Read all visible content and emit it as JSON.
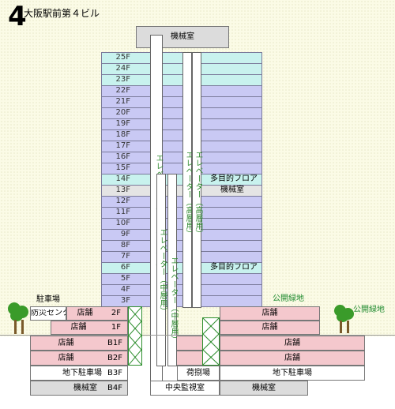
{
  "building": {
    "number": "4",
    "name": "大阪駅前第４ビル"
  },
  "rooftop_label": "機械室",
  "tower_floors": [
    {
      "label": "25F",
      "type": "sky"
    },
    {
      "label": "24F",
      "type": "sky"
    },
    {
      "label": "23F",
      "type": "sky"
    },
    {
      "label": "22F",
      "type": "office"
    },
    {
      "label": "21F",
      "type": "office"
    },
    {
      "label": "20F",
      "type": "office"
    },
    {
      "label": "19F",
      "type": "office"
    },
    {
      "label": "18F",
      "type": "office"
    },
    {
      "label": "17F",
      "type": "office"
    },
    {
      "label": "16F",
      "type": "office"
    },
    {
      "label": "15F",
      "type": "office"
    },
    {
      "label": "14F",
      "type": "sky",
      "note": "多目的フロア"
    },
    {
      "label": "13F",
      "type": "machine",
      "note": "機械室"
    },
    {
      "label": "12F",
      "type": "office"
    },
    {
      "label": "11F",
      "type": "office"
    },
    {
      "label": "10F",
      "type": "office"
    },
    {
      "label": "9F",
      "type": "office"
    },
    {
      "label": "8F",
      "type": "office"
    },
    {
      "label": "7F",
      "type": "office"
    },
    {
      "label": "6F",
      "type": "sky",
      "note": "多目的フロア"
    },
    {
      "label": "5F",
      "type": "office"
    },
    {
      "label": "4F",
      "type": "office"
    },
    {
      "label": "3F",
      "type": "office"
    }
  ],
  "elevators": {
    "emergency": "エレベーター（非常用兼人荷用）",
    "high_left": "エレベーター（高層用）",
    "high_right": "エレベーター（高層用）",
    "mid_left": "エレベーター（中層用）",
    "mid_right": "エレベーター（中層用）"
  },
  "podium": {
    "parking_label": "駐車場",
    "open_green_left": "公開緑地",
    "open_green_right": "公開緑地",
    "f2": {
      "floor": "2F",
      "left": "店舗",
      "right": "店舗",
      "disaster_center": "防災センター"
    },
    "f1": {
      "floor": "1F",
      "left": "店舗",
      "right": "店舗"
    },
    "b1": {
      "floor": "B1F",
      "left": "店舗",
      "right": "店舗"
    },
    "b2": {
      "floor": "B2F",
      "left": "店舗",
      "right": "店舗"
    },
    "b3": {
      "floor": "B3F",
      "left": "地下駐車場",
      "center": "荷捌場",
      "right": "地下駐車場"
    },
    "b4": {
      "floor": "B4F",
      "left": "機械室",
      "center": "中央監視室",
      "right": "機械室"
    }
  },
  "colors": {
    "office": "#c9c9f4",
    "sky": "#c8f2ee",
    "machine": "#e4e4e4",
    "shop": "#f4c8cd",
    "white": "#ffffff",
    "grey": "#dcdcdc"
  }
}
